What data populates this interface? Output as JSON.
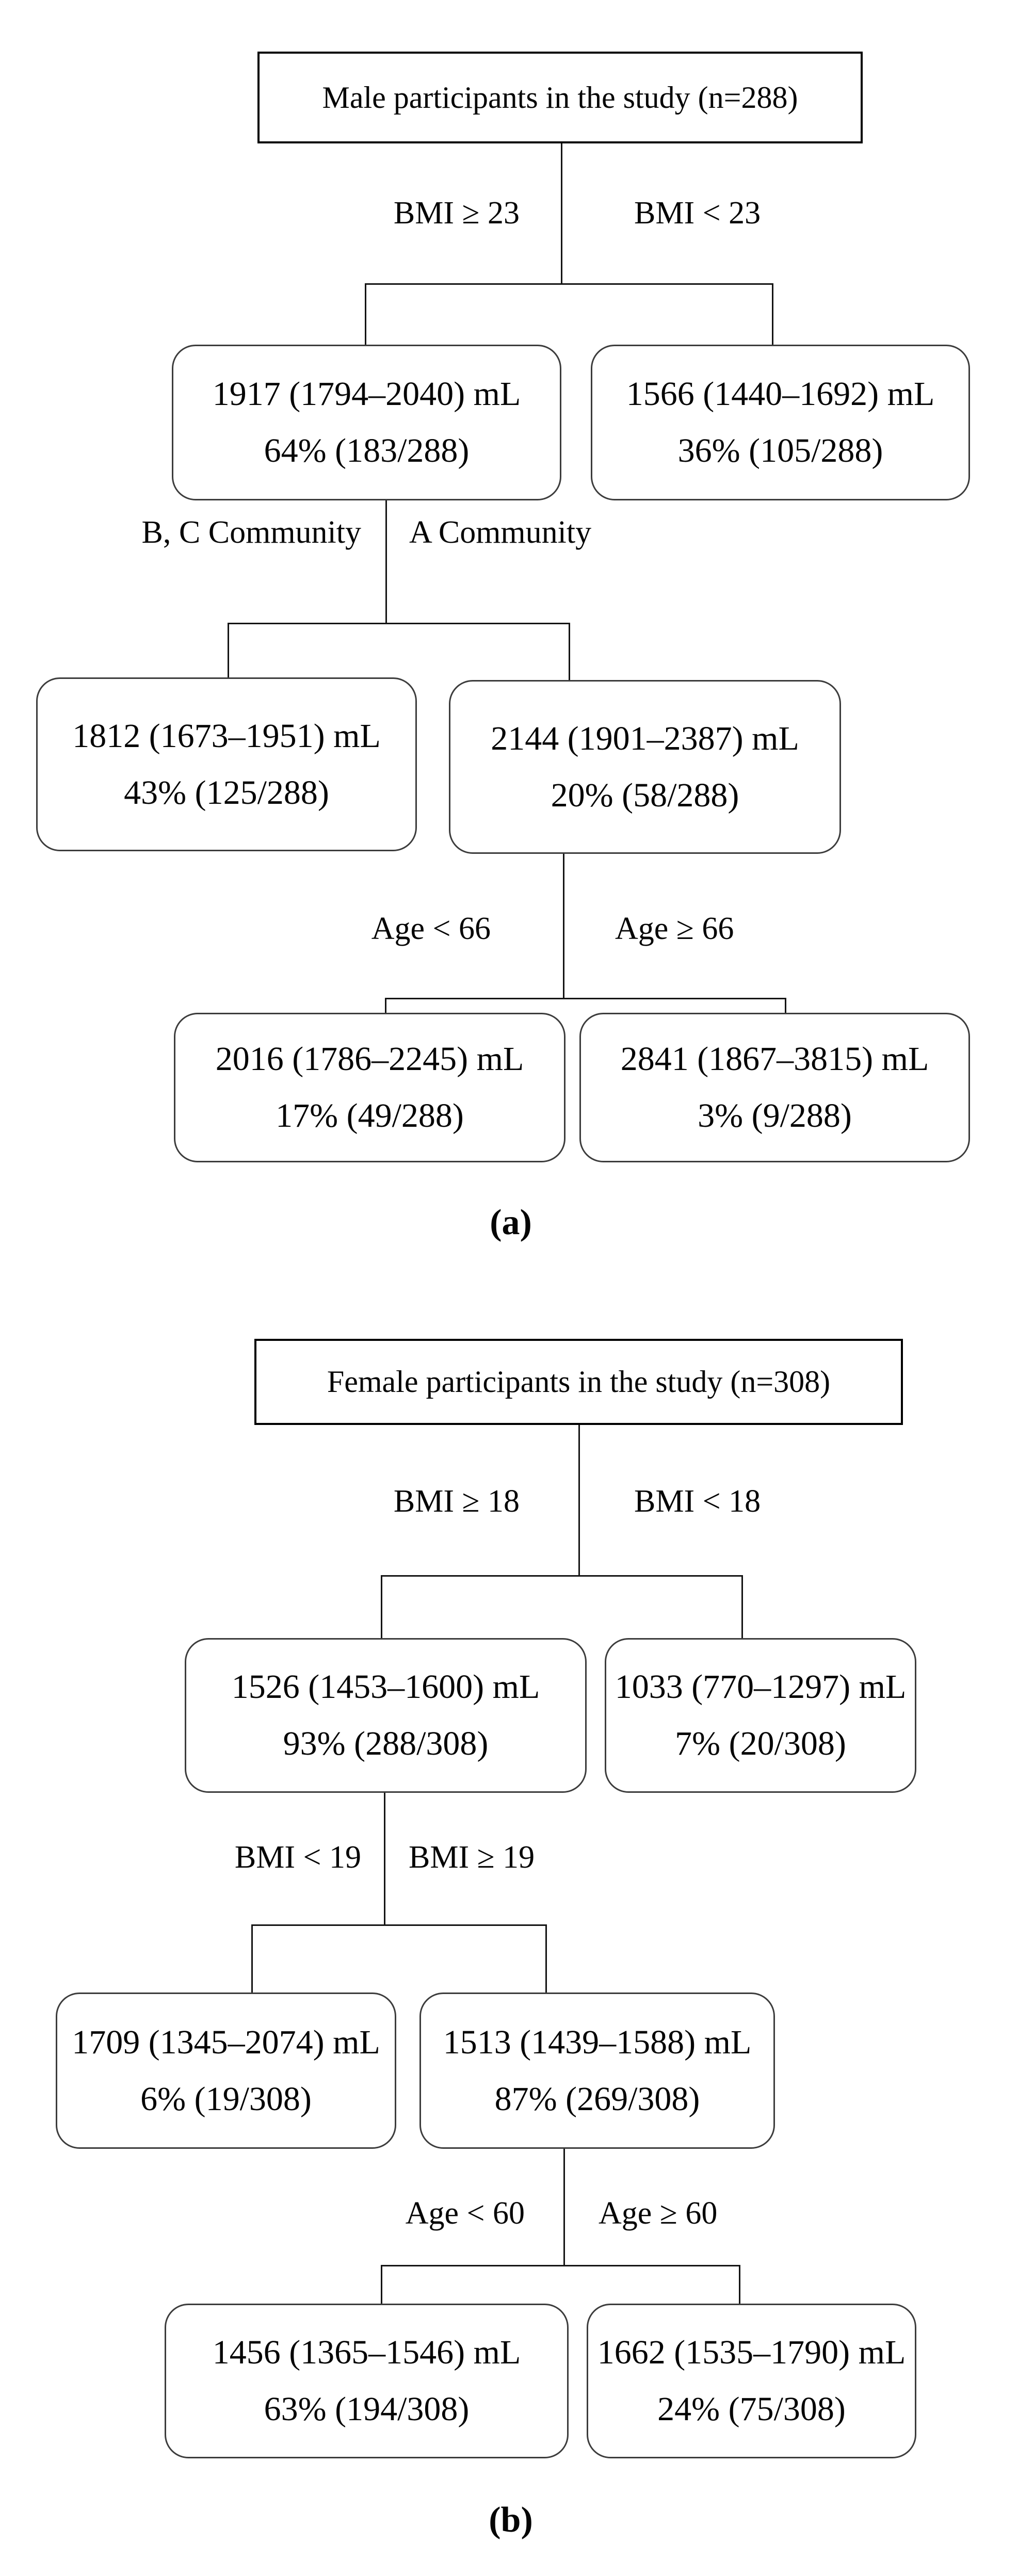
{
  "figure": {
    "type": "decision-tree-flowchart",
    "background": "#ffffff",
    "line_color": "#141414",
    "node_border_color": "#3c3c3c",
    "root_border_color": "#000000",
    "text_color": "#050505"
  },
  "panels": [
    {
      "caption": "(a)",
      "root": {
        "label": "Male participants in the study (n=288)"
      },
      "splits": [
        {
          "left": "BMI ≥ 23",
          "right": "BMI < 23"
        },
        {
          "left": "B, C Community",
          "right": "A Community"
        },
        {
          "left": "Age < 66",
          "right": "Age ≥ 66"
        }
      ],
      "nodes": {
        "l1_left": {
          "line1": "1917 (1794–2040) mL",
          "line2": "64% (183/288)"
        },
        "l1_right": {
          "line1": "1566 (1440–1692) mL",
          "line2": "36% (105/288)"
        },
        "l2_left": {
          "line1": "1812 (1673–1951) mL",
          "line2": "43% (125/288)"
        },
        "l2_right": {
          "line1": "2144 (1901–2387) mL",
          "line2": "20% (58/288)"
        },
        "l3_left": {
          "line1": "2016 (1786–2245) mL",
          "line2": "17% (49/288)"
        },
        "l3_right": {
          "line1": "2841 (1867–3815) mL",
          "line2": "3% (9/288)"
        }
      }
    },
    {
      "caption": "(b)",
      "root": {
        "label": "Female participants in the study (n=308)"
      },
      "splits": [
        {
          "left": "BMI ≥ 18",
          "right": "BMI < 18"
        },
        {
          "left": "BMI < 19",
          "right": "BMI ≥ 19"
        },
        {
          "left": "Age < 60",
          "right": "Age ≥ 60"
        }
      ],
      "nodes": {
        "l1_left": {
          "line1": "1526 (1453–1600) mL",
          "line2": "93% (288/308)"
        },
        "l1_right": {
          "line1": "1033 (770–1297) mL",
          "line2": "7% (20/308)"
        },
        "l2_left": {
          "line1": "1709 (1345–2074) mL",
          "line2": "6% (19/308)"
        },
        "l2_right": {
          "line1": "1513 (1439–1588) mL",
          "line2": "87% (269/308)"
        },
        "l3_left": {
          "line1": "1456 (1365–1546) mL",
          "line2": "63% (194/308)"
        },
        "l3_right": {
          "line1": "1662 (1535–1790) mL",
          "line2": "24% (75/308)"
        }
      }
    }
  ]
}
